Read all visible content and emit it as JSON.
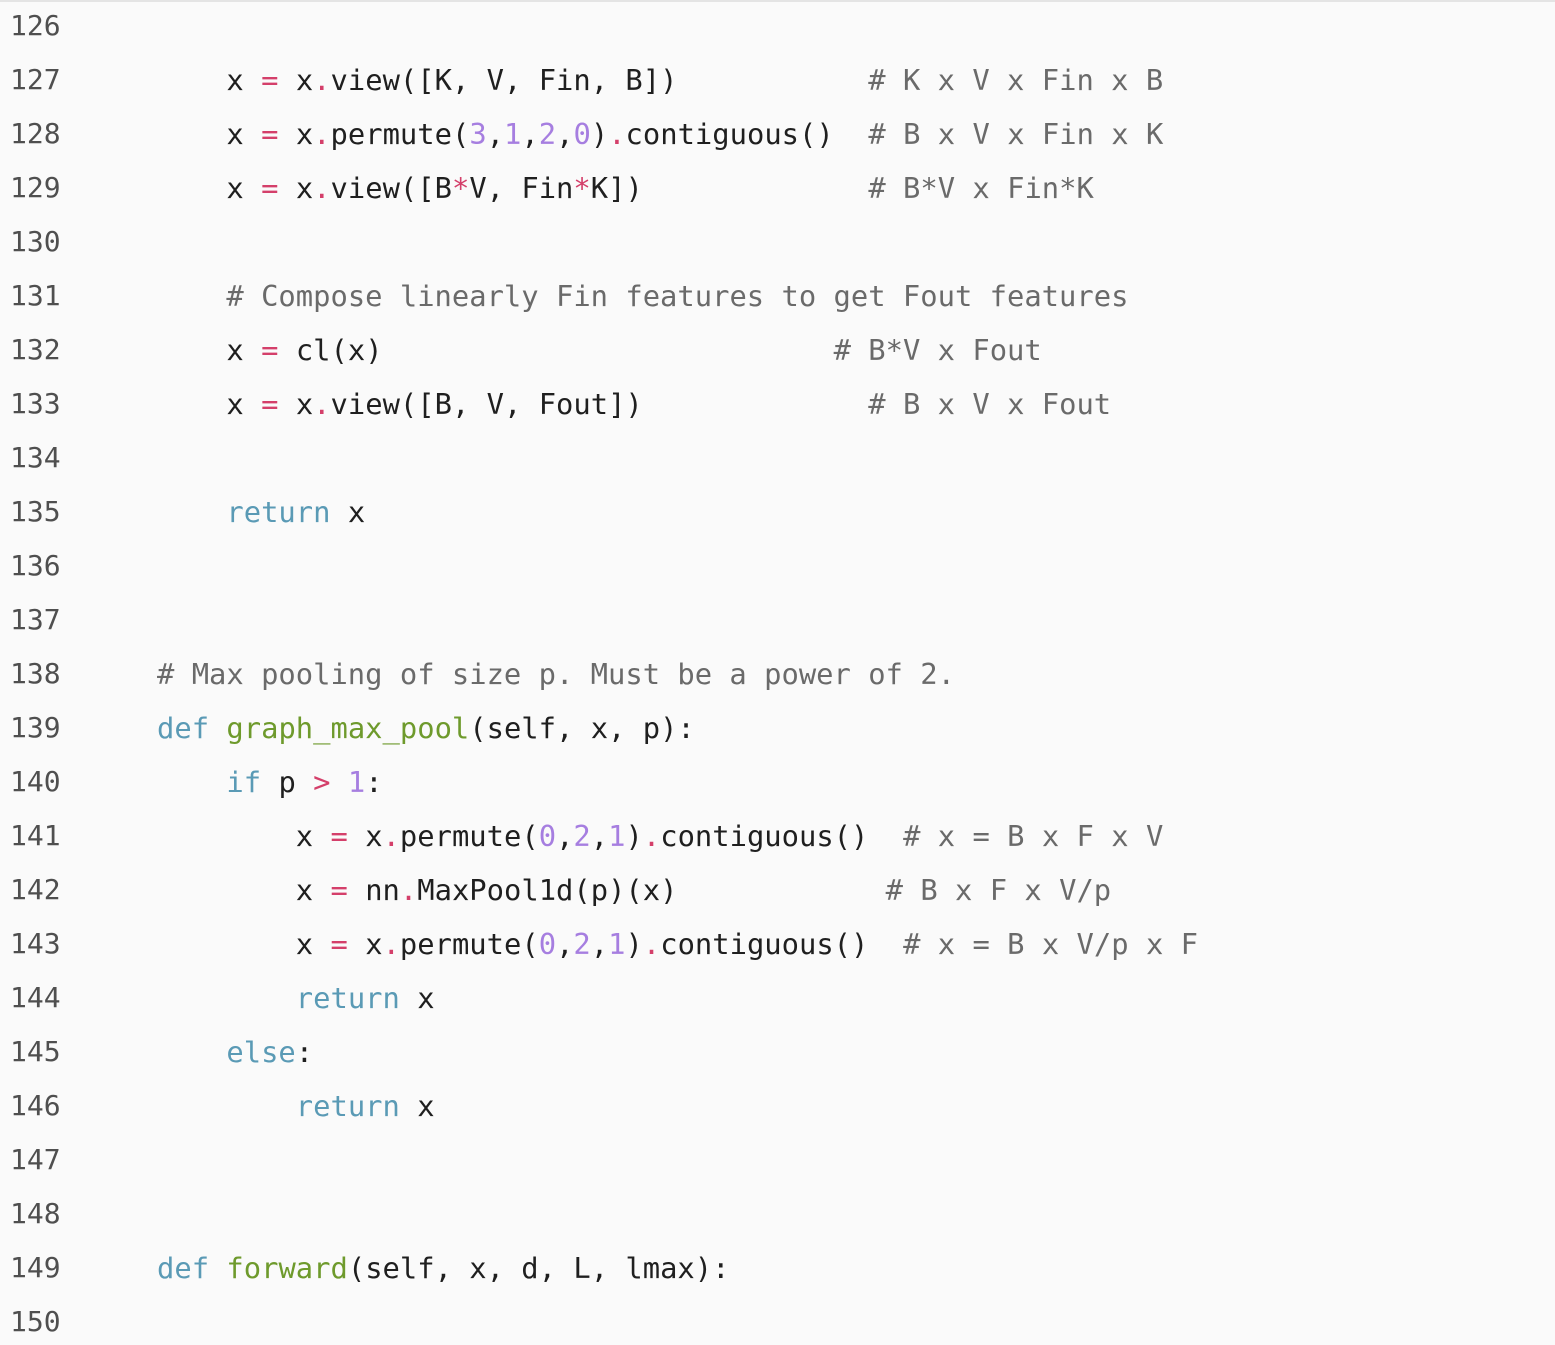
{
  "code": {
    "lines": [
      {
        "num": "126",
        "tokens": []
      },
      {
        "num": "127",
        "tokens": [
          {
            "t": "    "
          },
          {
            "t": "x"
          },
          {
            "t": " "
          },
          {
            "t": "=",
            "c": "op"
          },
          {
            "t": " x"
          },
          {
            "t": ".",
            "c": "op"
          },
          {
            "t": "view([K, V, Fin, B])"
          },
          {
            "t": "           "
          },
          {
            "t": "# K x V x Fin x B",
            "c": "comment"
          }
        ]
      },
      {
        "num": "128",
        "tokens": [
          {
            "t": "    "
          },
          {
            "t": "x"
          },
          {
            "t": " "
          },
          {
            "t": "=",
            "c": "op"
          },
          {
            "t": " x"
          },
          {
            "t": ".",
            "c": "op"
          },
          {
            "t": "permute("
          },
          {
            "t": "3",
            "c": "number"
          },
          {
            "t": ","
          },
          {
            "t": "1",
            "c": "number"
          },
          {
            "t": ","
          },
          {
            "t": "2",
            "c": "number"
          },
          {
            "t": ","
          },
          {
            "t": "0",
            "c": "number"
          },
          {
            "t": ")"
          },
          {
            "t": ".",
            "c": "op"
          },
          {
            "t": "contiguous()"
          },
          {
            "t": "  "
          },
          {
            "t": "# B x V x Fin x K",
            "c": "comment"
          }
        ]
      },
      {
        "num": "129",
        "tokens": [
          {
            "t": "    "
          },
          {
            "t": "x"
          },
          {
            "t": " "
          },
          {
            "t": "=",
            "c": "op"
          },
          {
            "t": " x"
          },
          {
            "t": ".",
            "c": "op"
          },
          {
            "t": "view([B"
          },
          {
            "t": "*",
            "c": "op"
          },
          {
            "t": "V, Fin"
          },
          {
            "t": "*",
            "c": "op"
          },
          {
            "t": "K])"
          },
          {
            "t": "             "
          },
          {
            "t": "# B*V x Fin*K",
            "c": "comment"
          }
        ]
      },
      {
        "num": "130",
        "tokens": []
      },
      {
        "num": "131",
        "tokens": [
          {
            "t": "    "
          },
          {
            "t": "# Compose linearly Fin features to get Fout features",
            "c": "comment"
          }
        ]
      },
      {
        "num": "132",
        "tokens": [
          {
            "t": "    "
          },
          {
            "t": "x"
          },
          {
            "t": " "
          },
          {
            "t": "=",
            "c": "op"
          },
          {
            "t": " cl(x)"
          },
          {
            "t": "                          "
          },
          {
            "t": "# B*V x Fout",
            "c": "comment"
          }
        ]
      },
      {
        "num": "133",
        "tokens": [
          {
            "t": "    "
          },
          {
            "t": "x"
          },
          {
            "t": " "
          },
          {
            "t": "=",
            "c": "op"
          },
          {
            "t": " x"
          },
          {
            "t": ".",
            "c": "op"
          },
          {
            "t": "view([B, V, Fout])"
          },
          {
            "t": "             "
          },
          {
            "t": "# B x V x Fout",
            "c": "comment"
          }
        ]
      },
      {
        "num": "134",
        "tokens": []
      },
      {
        "num": "135",
        "tokens": [
          {
            "t": "    "
          },
          {
            "t": "return",
            "c": "keyword"
          },
          {
            "t": " x"
          }
        ]
      },
      {
        "num": "136",
        "tokens": []
      },
      {
        "num": "137",
        "tokens": []
      },
      {
        "num": "138",
        "tokens": [
          {
            "t": "# Max pooling of size p. Must be a power of 2.",
            "c": "comment"
          }
        ]
      },
      {
        "num": "139",
        "tokens": [
          {
            "t": "def",
            "c": "keyword"
          },
          {
            "t": " "
          },
          {
            "t": "graph_max_pool",
            "c": "func"
          },
          {
            "t": "(self, x, p):"
          }
        ]
      },
      {
        "num": "140",
        "tokens": [
          {
            "t": "    "
          },
          {
            "t": "if",
            "c": "keyword"
          },
          {
            "t": " p "
          },
          {
            "t": ">",
            "c": "op"
          },
          {
            "t": " "
          },
          {
            "t": "1",
            "c": "number"
          },
          {
            "t": ":"
          }
        ]
      },
      {
        "num": "141",
        "tokens": [
          {
            "t": "        "
          },
          {
            "t": "x"
          },
          {
            "t": " "
          },
          {
            "t": "=",
            "c": "op"
          },
          {
            "t": " x"
          },
          {
            "t": ".",
            "c": "op"
          },
          {
            "t": "permute("
          },
          {
            "t": "0",
            "c": "number"
          },
          {
            "t": ","
          },
          {
            "t": "2",
            "c": "number"
          },
          {
            "t": ","
          },
          {
            "t": "1",
            "c": "number"
          },
          {
            "t": ")"
          },
          {
            "t": ".",
            "c": "op"
          },
          {
            "t": "contiguous()"
          },
          {
            "t": "  "
          },
          {
            "t": "# x = B x F x V",
            "c": "comment"
          }
        ]
      },
      {
        "num": "142",
        "tokens": [
          {
            "t": "        "
          },
          {
            "t": "x"
          },
          {
            "t": " "
          },
          {
            "t": "=",
            "c": "op"
          },
          {
            "t": " nn"
          },
          {
            "t": ".",
            "c": "op"
          },
          {
            "t": "MaxPool1d(p)(x)"
          },
          {
            "t": "            "
          },
          {
            "t": "# B x F x V/p",
            "c": "comment"
          }
        ]
      },
      {
        "num": "143",
        "tokens": [
          {
            "t": "        "
          },
          {
            "t": "x"
          },
          {
            "t": " "
          },
          {
            "t": "=",
            "c": "op"
          },
          {
            "t": " x"
          },
          {
            "t": ".",
            "c": "op"
          },
          {
            "t": "permute("
          },
          {
            "t": "0",
            "c": "number"
          },
          {
            "t": ","
          },
          {
            "t": "2",
            "c": "number"
          },
          {
            "t": ","
          },
          {
            "t": "1",
            "c": "number"
          },
          {
            "t": ")"
          },
          {
            "t": ".",
            "c": "op"
          },
          {
            "t": "contiguous()"
          },
          {
            "t": "  "
          },
          {
            "t": "# x = B x V/p x F",
            "c": "comment"
          }
        ]
      },
      {
        "num": "144",
        "tokens": [
          {
            "t": "        "
          },
          {
            "t": "return",
            "c": "keyword"
          },
          {
            "t": " x"
          }
        ]
      },
      {
        "num": "145",
        "tokens": [
          {
            "t": "    "
          },
          {
            "t": "else",
            "c": "keyword"
          },
          {
            "t": ":"
          }
        ]
      },
      {
        "num": "146",
        "tokens": [
          {
            "t": "        "
          },
          {
            "t": "return",
            "c": "keyword"
          },
          {
            "t": " x"
          }
        ]
      },
      {
        "num": "147",
        "tokens": []
      },
      {
        "num": "148",
        "tokens": []
      },
      {
        "num": "149",
        "tokens": [
          {
            "t": "def",
            "c": "keyword"
          },
          {
            "t": " "
          },
          {
            "t": "forward",
            "c": "func"
          },
          {
            "t": "(self, x, d, L, lmax):"
          }
        ]
      },
      {
        "num": "150",
        "tokens": []
      }
    ]
  }
}
